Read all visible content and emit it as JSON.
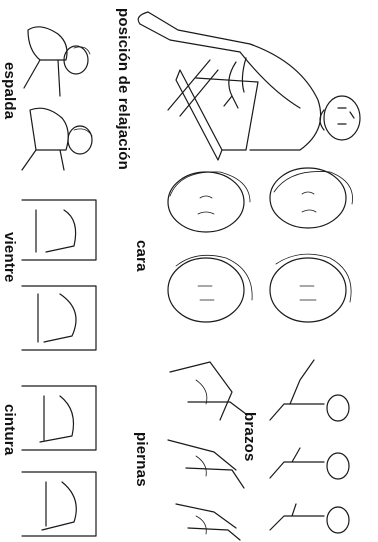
{
  "labels": {
    "relaxation": "posición de relajación",
    "back": "espalda",
    "face": "cara",
    "belly": "vientre",
    "arms": "brazos",
    "legs": "piernas",
    "waist": "cintura"
  },
  "colors": {
    "ink": "#1a1a1a",
    "paper": "#ffffff"
  }
}
